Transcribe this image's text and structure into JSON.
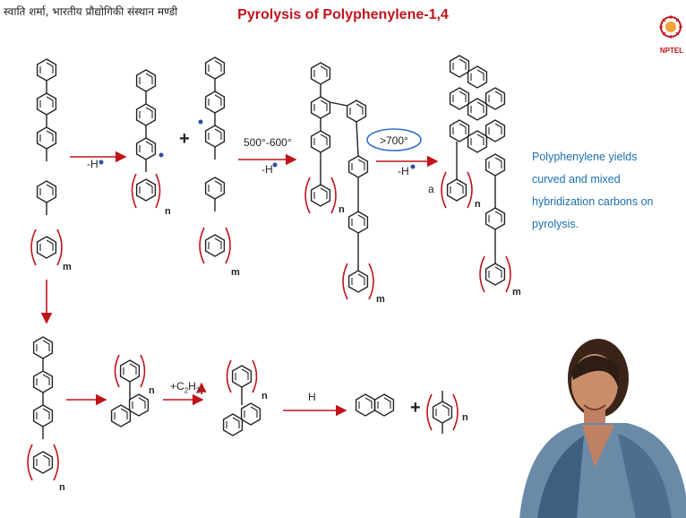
{
  "header": {
    "left_text": "स्वाति शर्मा, भारतीय प्रौद्योगिकी संस्थान मण्डी",
    "title": "Pyrolysis of Polyphenylene-1,4",
    "logo_text": "NPTEL"
  },
  "labels": {
    "minus_h_1": "-H",
    "plus_1": "+",
    "temp_range": "500°-600°",
    "minus_h_2": "-H",
    "temp_high": ">700°",
    "minus_h_3": "-H",
    "label_a": "a",
    "sub_m": "m",
    "sub_n": "n",
    "c2h2": "+C",
    "c2h2_sub": "2",
    "c2h2_h": "H",
    "c2h2_sub2": "2",
    "h_radical": "H",
    "plus_2": "+"
  },
  "note": {
    "line1": "Polyphenylene yields",
    "line2": "curved and mixed",
    "line3": "hybridization carbons on",
    "line4": "pyrolysis."
  },
  "colors": {
    "title": "#c0141b",
    "arrow": "#c0141b",
    "bracket": "#c0141b",
    "note": "#1a6fb0",
    "radical_dot": "#2a4fa0",
    "circle_mark": "#2f6fd1"
  },
  "presenter": {
    "icon": "presenter-video-icon"
  }
}
